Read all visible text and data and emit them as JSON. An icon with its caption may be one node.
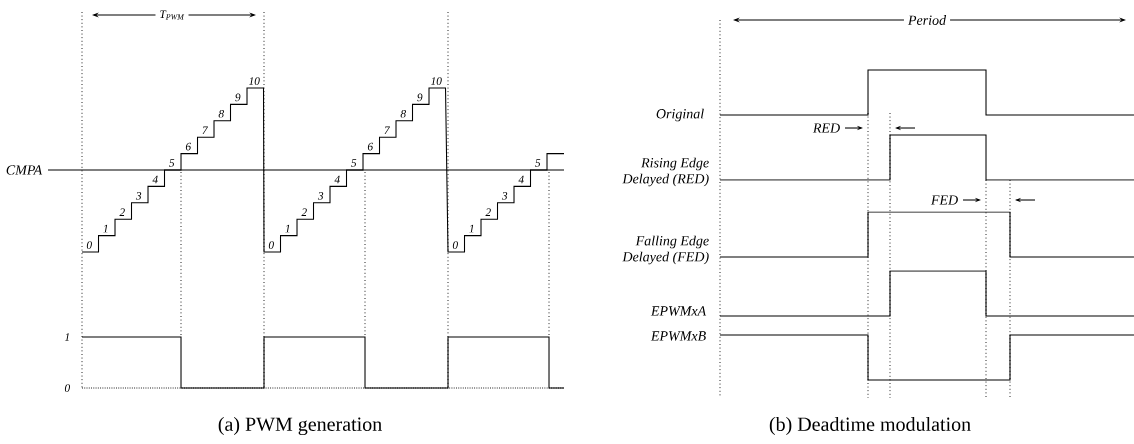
{
  "diagram": {
    "labels": [
      "T$_{PWM}$",
      "Period",
      "0",
      "1",
      "2",
      "3",
      "4",
      "5",
      "6",
      "7",
      "8",
      "9",
      "10",
      "0",
      "1",
      "2",
      "3",
      "4",
      "5",
      "6",
      "7",
      "8",
      "9",
      "10",
      "0",
      "1",
      "2",
      "3",
      "4",
      "5",
      "CMPA",
      "Original",
      "RED",
      "Rising Edge Delayed (RED)",
      "FED",
      "Falling Edge Delayed (FED)",
      "EPWMxA",
      "EPWMxB",
      "1",
      "0",
      "(a) PWM generation",
      "(b) Deadtime modulation"
    ]
  }
}
